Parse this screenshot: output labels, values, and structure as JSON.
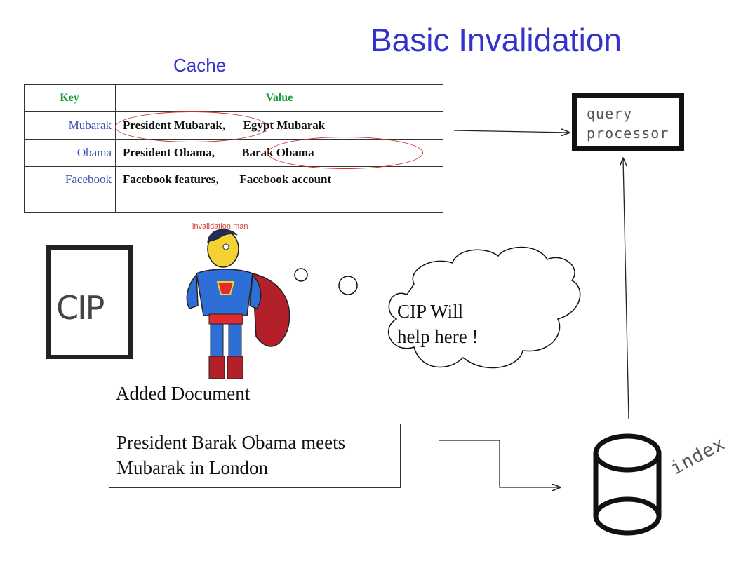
{
  "title": "Basic Invalidation",
  "cache_label": "Cache",
  "cache_table": {
    "headers": {
      "key": "Key",
      "value": "Value"
    },
    "rows": [
      {
        "key": "Mubarak",
        "value": "President Mubarak,      Egypt Mubarak"
      },
      {
        "key": "Obama",
        "value": "President Obama,         Barak Obama"
      },
      {
        "key": "Facebook",
        "value": "Facebook features,       Facebook account"
      }
    ]
  },
  "query_processor": {
    "line1": "query",
    "line2": "processor"
  },
  "cip_label": "CIP",
  "invalidation_man_label": "invalidation man",
  "thought_bubble": {
    "line1": "CIP Will",
    "line2": "help here !"
  },
  "added_document_label": "Added Document",
  "document": {
    "line1": "President Barak Obama meets",
    "line2": "Mubarak in London"
  },
  "index_label": "index",
  "colors": {
    "title": "#3333cc",
    "highlight": "#d0312d",
    "header": "#1a9a3a",
    "key": "#3a4fb0"
  }
}
